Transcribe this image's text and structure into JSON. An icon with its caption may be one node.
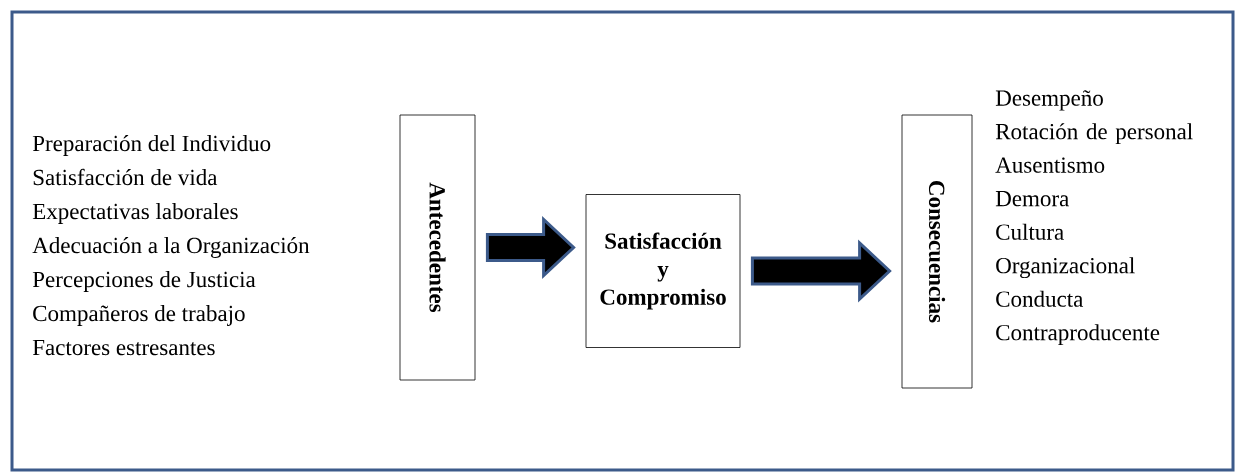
{
  "diagram": {
    "nodes": [
      {
        "text": [
          "Antecedentes"
        ],
        "beside": [
          "Preparación del Individuo",
          "Satisfacción de vida",
          "Expectativas laborales",
          "Adecuación a la Organización",
          "Percepciones de Justicia",
          "Compañeros de trabajo",
          "Factores estresantes"
        ]
      },
      {
        "text": [
          "Satisfacción y Compromiso"
        ]
      },
      {
        "text": [
          "Consecuencias"
        ],
        "beside": [
          "Desempeño",
          "Rotación de personal",
          "Ausentismo",
          "Demora",
          "Cultura Organizacional",
          "Conducta Contraproducente"
        ]
      }
    ],
    "edges": [
      {
        "from": 0,
        "to": 1,
        "arrow": "to"
      },
      {
        "from": 1,
        "to": 2,
        "arrow": "to"
      }
    ]
  }
}
